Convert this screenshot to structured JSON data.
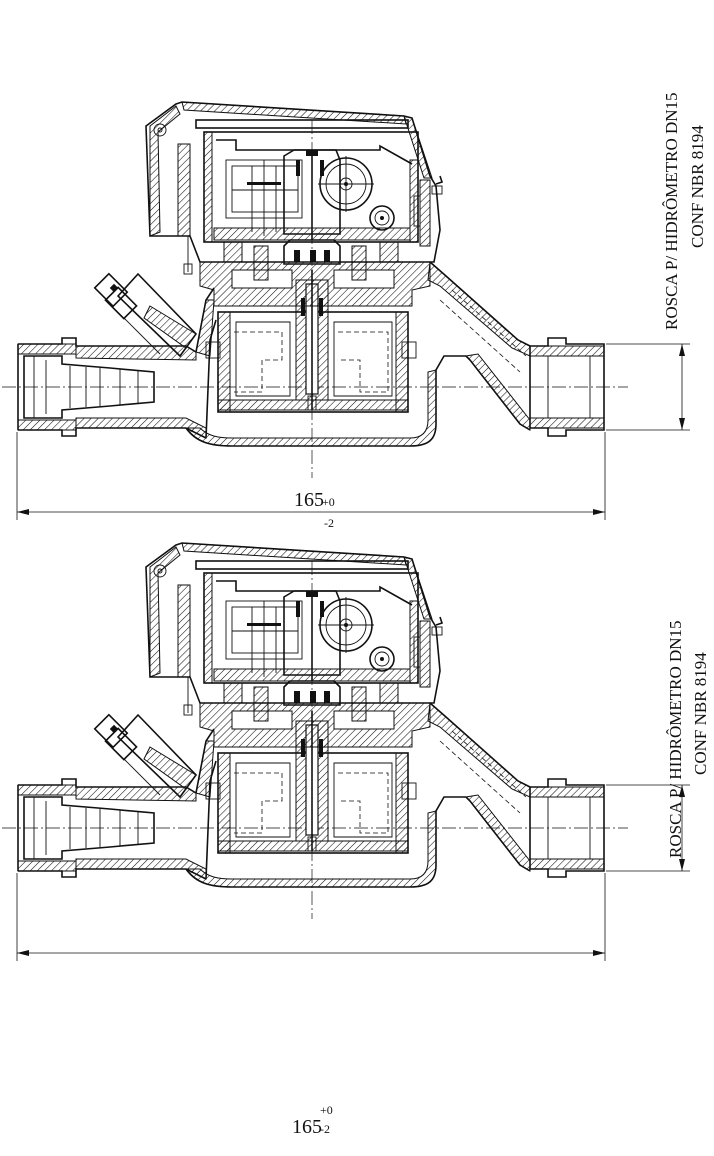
{
  "drawings": [
    {
      "id": "top",
      "label_line1": "ROSCA P/ HIDRÔMETRO DN15",
      "label_line2": "CONF NBR 8194",
      "dimension_value": "165",
      "tolerance_upper": "+0",
      "tolerance_lower": "-2"
    },
    {
      "id": "bottom",
      "label_line1": "ROSCA P/ HIDRÔMETRO DN15",
      "label_line2": "CONF NBR 8194",
      "dimension_value": "165",
      "tolerance_upper": "+0",
      "tolerance_lower": "-2"
    }
  ],
  "colors": {
    "ink": "#111111",
    "background": "#ffffff"
  }
}
